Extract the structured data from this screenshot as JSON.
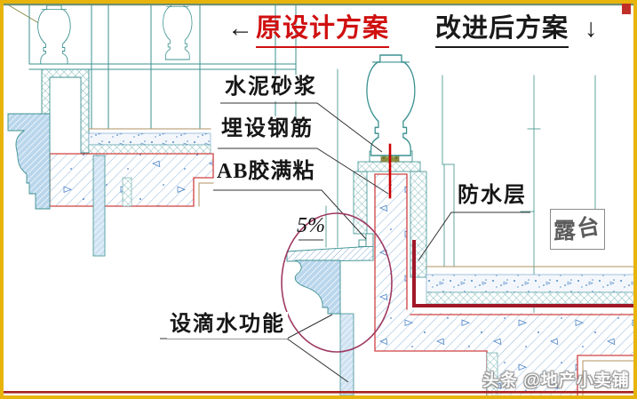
{
  "header": {
    "left_arrow": "←",
    "left_title": "原设计方案",
    "right_title": "改进后方案",
    "right_arrow": "↓"
  },
  "labels": {
    "cement_mortar": "水泥砂浆",
    "embedded_rebar": "埋设钢筋",
    "ab_glue": "AB胶满粘",
    "waterproof_layer": "防水层",
    "slope": "5%",
    "drip_function": "设滴水功能"
  },
  "stamp": {
    "terrace_char1": "露",
    "terrace_char2": "台"
  },
  "watermark": {
    "text": "头条 @地产小卖铺"
  },
  "colors": {
    "frame_border": "#e8b40c",
    "top_line_green": "#6e906e",
    "title_red": "#d01010",
    "outline_teal": "#3d9191",
    "hatch_blue": "#85aed6",
    "slab_outline_red": "#d14040",
    "rebar_red": "#cc0000",
    "waterproof_maroon": "#a01828",
    "highlight_circle": "#9e3a62"
  }
}
